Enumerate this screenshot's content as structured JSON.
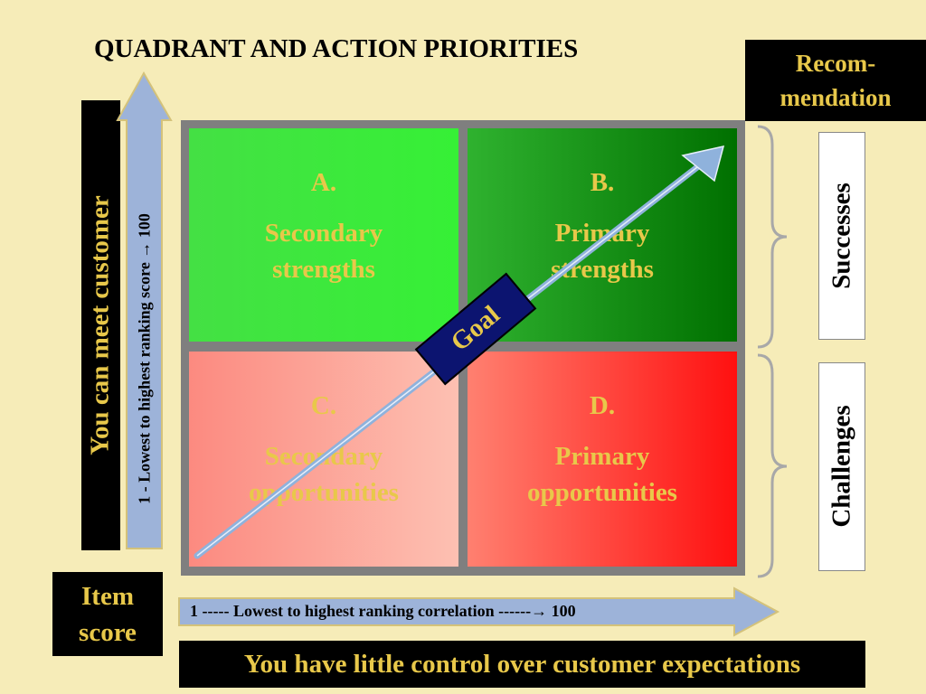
{
  "title": "QUADRANT AND ACTION PRIORITIES",
  "recommendation": {
    "line1": "Recom-",
    "line2": "mendation"
  },
  "y_axis": {
    "label": "You can meet customer",
    "scale": "1 - Lowest to highest ranking score → 100"
  },
  "quadrants": [
    {
      "letter": "A.",
      "line1": "Secondary",
      "line2": "strengths"
    },
    {
      "letter": "B.",
      "line1": "Primary",
      "line2": "strengths"
    },
    {
      "letter": "C.",
      "line1": "Secondary",
      "line2": "opportunities"
    },
    {
      "letter": "D.",
      "line1": "Primary",
      "line2": "opportunities"
    }
  ],
  "goal": "Goal",
  "right_labels": {
    "top": "Successes",
    "bottom": "Challenges"
  },
  "item_score": {
    "line1": "Item",
    "line2": "score"
  },
  "x_axis": {
    "scale": "1 ----- Lowest to highest ranking correlation ------→  100"
  },
  "bottom_banner": "You have little control over customer expectations",
  "colors": {
    "background": "#f6ecb8",
    "accent_text": "#e8c84a",
    "arrow": "#9db3d9",
    "goal_box": "#0c1470"
  }
}
